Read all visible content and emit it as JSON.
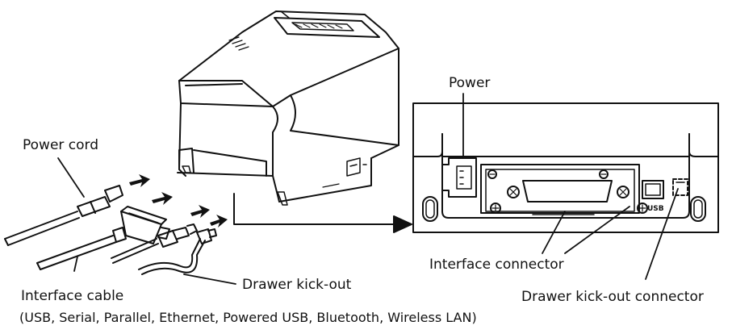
{
  "labels": {
    "power": "Power",
    "power_cord": "Power cord",
    "interface_cable": "Interface cable",
    "interface_cable_types": "(USB, Serial, Parallel, Ethernet, Powered USB, Bluetooth, Wireless LAN)",
    "drawer_kick_out": "Drawer kick-out",
    "interface_connector": "Interface connector",
    "drawer_kick_out_connector": "Drawer kick-out connector",
    "usb_mark": "USB"
  },
  "colors": {
    "line": "#111111",
    "background": "#ffffff"
  }
}
